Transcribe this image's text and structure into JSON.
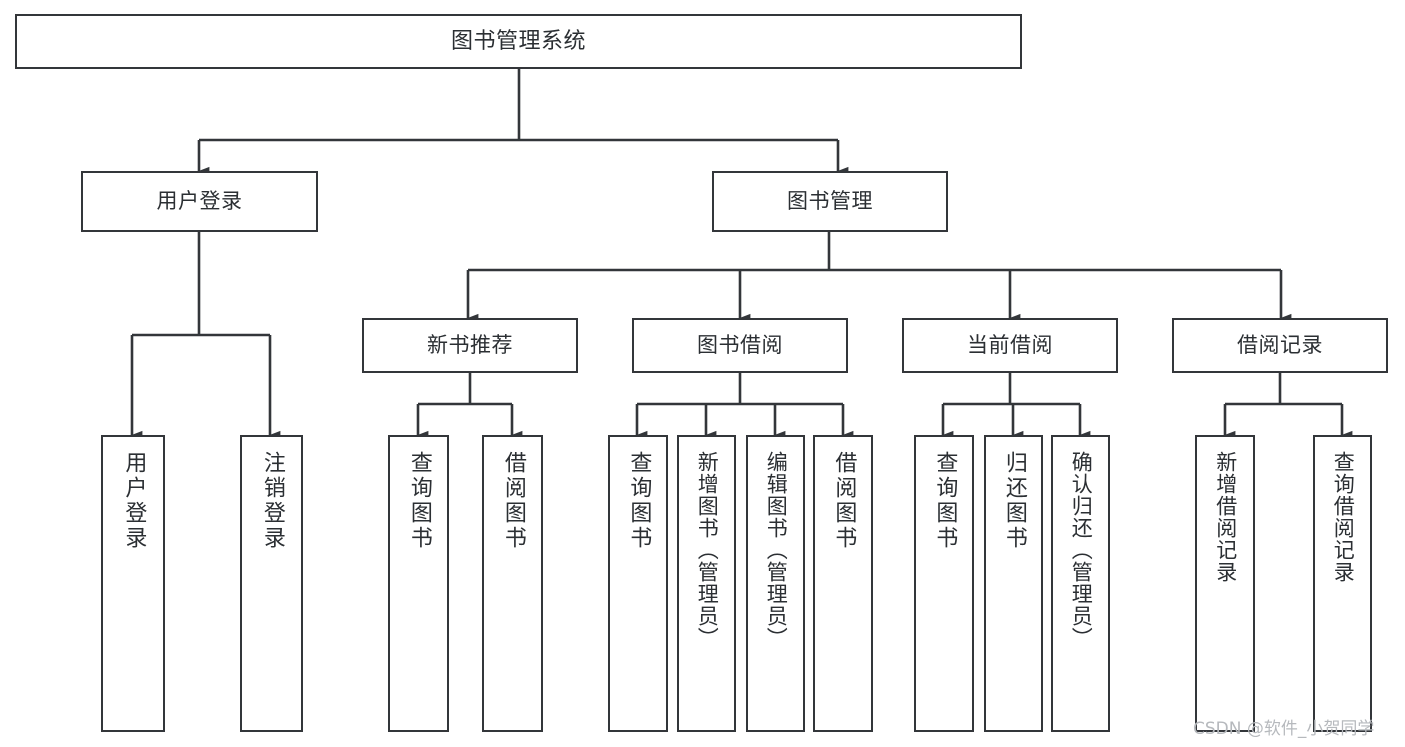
{
  "diagram": {
    "type": "tree",
    "title": "图书管理系统",
    "orientation": "top-down",
    "style": {
      "box_border_color": "#33363a",
      "box_fill_color": "#ffffff",
      "text_color": "#2b2f33",
      "connector_color": "#33363a",
      "background_color": "#ffffff",
      "watermark_color": "#b6b9bd"
    },
    "root": {
      "label": "图书管理系统"
    },
    "level2": [
      {
        "label": "用户登录"
      },
      {
        "label": "图书管理"
      }
    ],
    "level3": [
      {
        "label": "新书推荐"
      },
      {
        "label": "图书借阅"
      },
      {
        "label": "当前借阅"
      },
      {
        "label": "借阅记录"
      }
    ],
    "leaves": {
      "user_login": [
        {
          "label": "用户登录"
        },
        {
          "label": "注销登录"
        }
      ],
      "new_book_recommend": [
        {
          "label": "查询图书"
        },
        {
          "label": "借阅图书"
        }
      ],
      "book_borrow": [
        {
          "label": "查询图书"
        },
        {
          "label": "新增图书（管理员）"
        },
        {
          "label": "编辑图书（管理员）"
        },
        {
          "label": "借阅图书"
        }
      ],
      "current_borrow": [
        {
          "label": "查询图书"
        },
        {
          "label": "归还图书"
        },
        {
          "label": "确认归还（管理员）"
        }
      ],
      "borrow_record": [
        {
          "label": "新增借阅记录"
        },
        {
          "label": "查询借阅记录"
        }
      ]
    }
  },
  "watermark": {
    "text": "CSDN @软件_小贺同学"
  }
}
